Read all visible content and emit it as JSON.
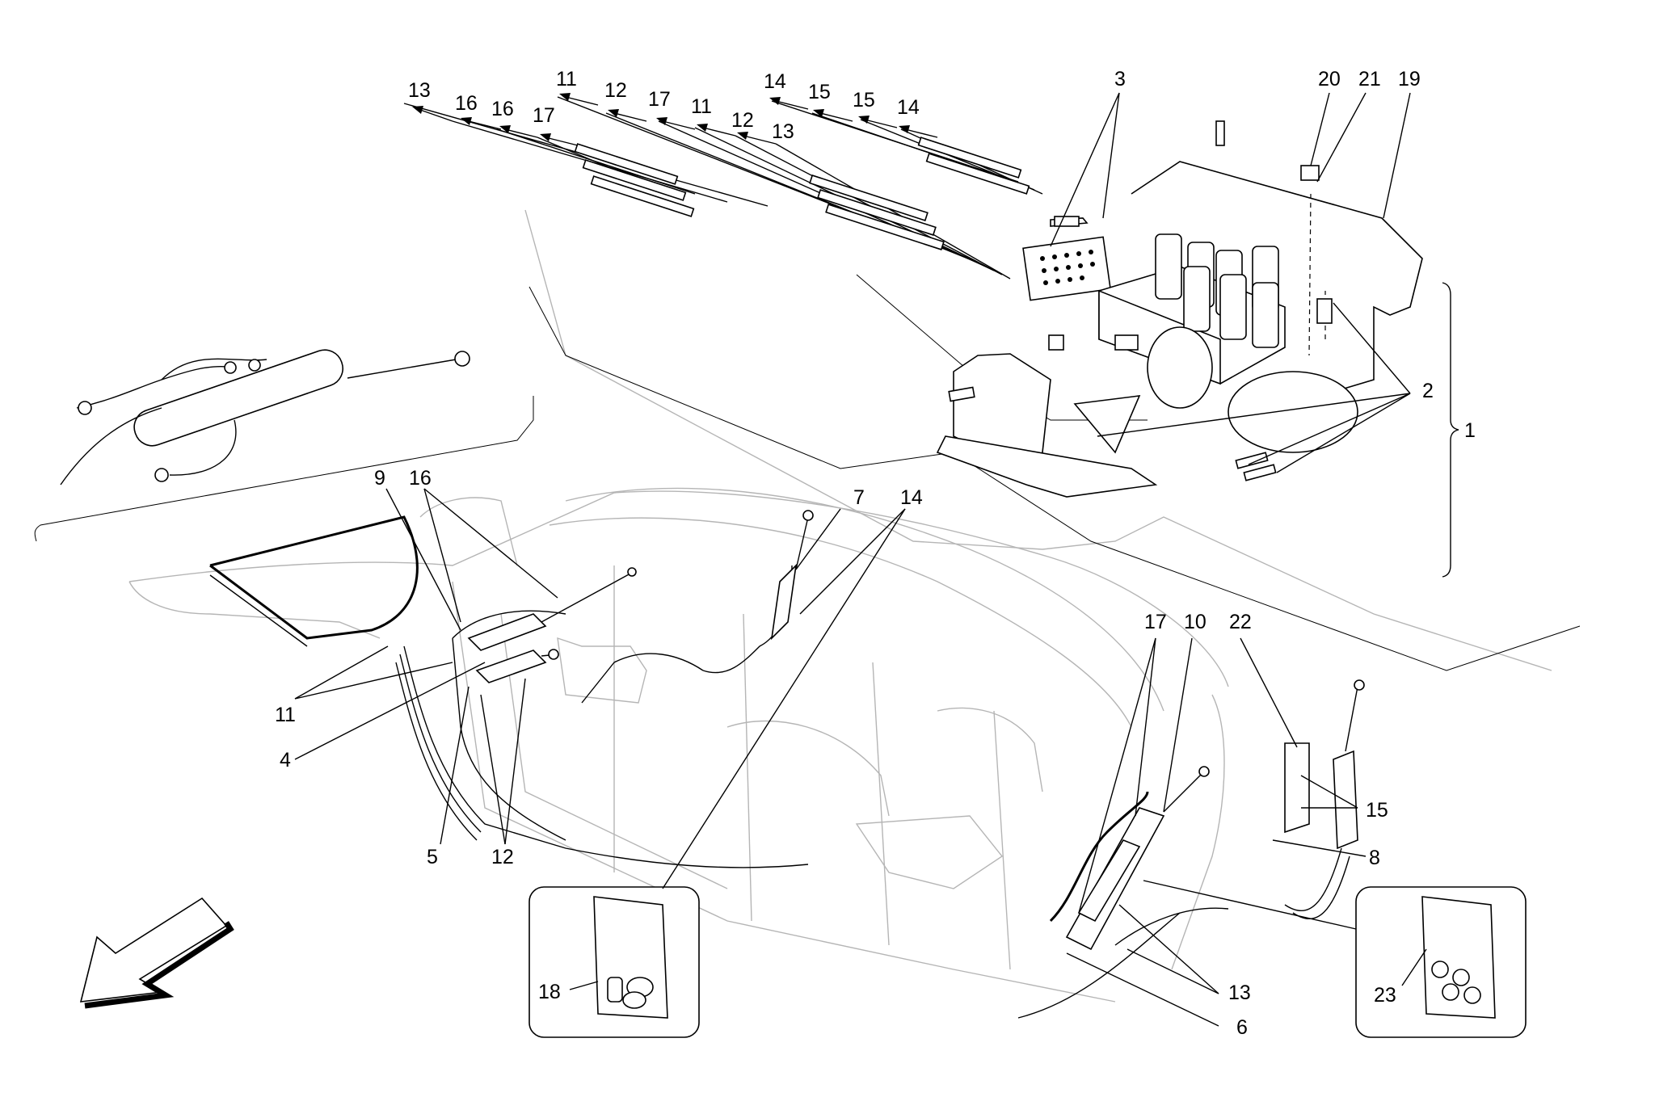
{
  "callouts": {
    "c1": "1",
    "c2": "2",
    "c3": "3",
    "c4": "4",
    "c5": "5",
    "c6": "6",
    "c7": "7",
    "c8": "8",
    "c9": "9",
    "c10": "10",
    "c11a": "11",
    "c11b": "11",
    "c11c": "11",
    "c12a": "12",
    "c12b": "12",
    "c12c": "12",
    "c13a": "13",
    "c13b": "13",
    "c13c": "13",
    "c14a": "14",
    "c14b": "14",
    "c14c": "14",
    "c15a": "15",
    "c15b": "15",
    "c15c": "15",
    "c16a": "16",
    "c16b": "16",
    "c16c": "16",
    "c17a": "17",
    "c17b": "17",
    "c17c": "17",
    "c18": "18",
    "c19": "19",
    "c20": "20",
    "c21": "21",
    "c22": "22",
    "c23": "23"
  }
}
